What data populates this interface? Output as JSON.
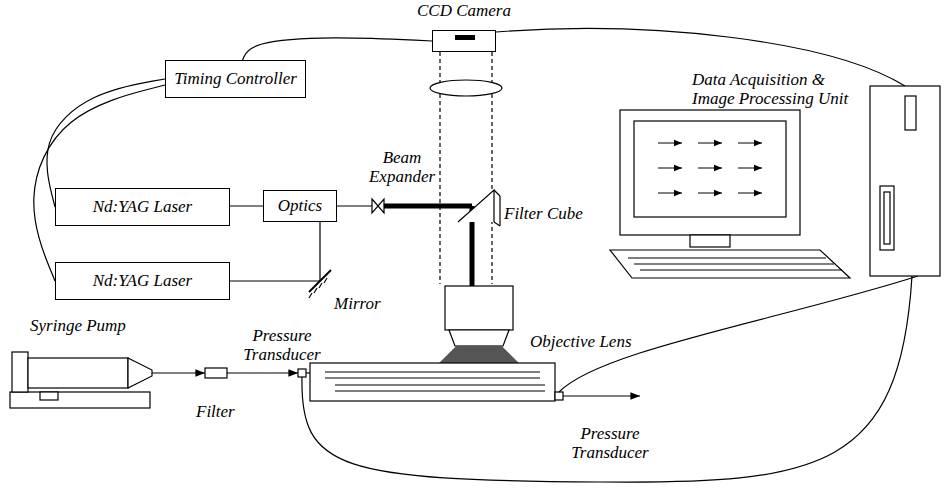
{
  "diagram": {
    "nodes": [
      {
        "text": [
          "CCD Camera"
        ]
      },
      {
        "text": [
          "Timing Controller"
        ]
      },
      {
        "text": [
          "Nd:YAG Laser"
        ]
      },
      {
        "text": [
          "Nd:YAG Laser"
        ]
      },
      {
        "text": [
          "Optics"
        ]
      }
    ],
    "edges": [
      {
        "from": 0,
        "to": 1,
        "arrow": "none"
      },
      {
        "from": 1,
        "to": 2,
        "arrow": "none"
      },
      {
        "from": 1,
        "to": 3,
        "arrow": "none"
      },
      {
        "from": 2,
        "to": 4,
        "arrow": "none"
      },
      {
        "from": 3,
        "to": 4,
        "arrow": "none"
      }
    ],
    "labels": [
      "Beam Expander",
      "Filter Cube",
      "Mirror",
      "Data Acquisition & Image Processing Unit",
      "Objective Lens",
      "Syringe Pump",
      "Pressure Transducer",
      "Filter",
      "Pressure Transducer"
    ]
  }
}
